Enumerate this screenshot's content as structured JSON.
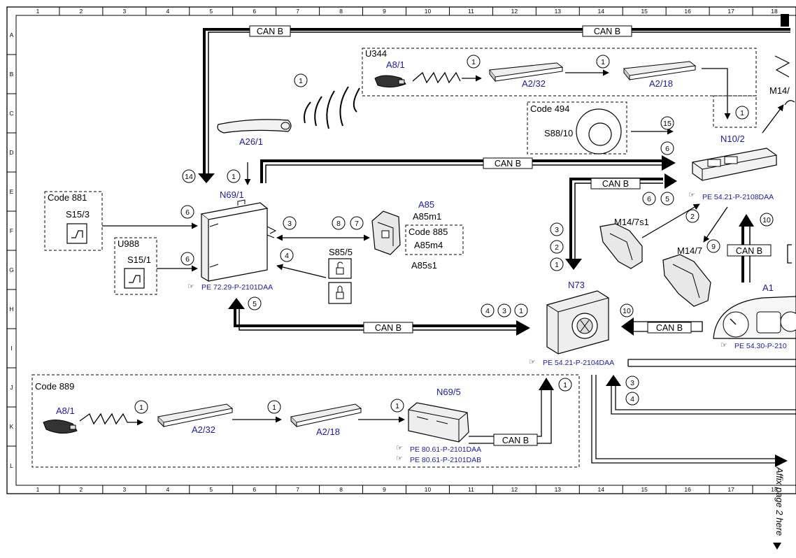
{
  "grid": {
    "columns": [
      "1",
      "2",
      "3",
      "4",
      "5",
      "6",
      "7",
      "8",
      "9",
      "10",
      "11",
      "12",
      "13",
      "14",
      "15",
      "16",
      "17",
      "18"
    ],
    "rows": [
      "A",
      "B",
      "C",
      "D",
      "E",
      "F",
      "G",
      "H",
      "I",
      "J",
      "K",
      "L"
    ]
  },
  "bus_label": "CAN B",
  "groups": {
    "u344": "U344",
    "code494": "Code 494",
    "code881": "Code 881",
    "u988": "U988",
    "code885": "Code 885",
    "code889": "Code 889"
  },
  "components": {
    "a8_1_top": "A8/1",
    "a2_32_top": "A2/32",
    "a2_18_top": "A2/18",
    "m14_partial": "M14/",
    "a26_1": "A26/1",
    "s88_10": "S88/10",
    "n10_2": "N10/2",
    "n69_1": "N69/1",
    "s15_3": "S15/3",
    "s15_1": "S15/1",
    "a85": "A85",
    "a85m1": "A85m1",
    "a85m4": "A85m4",
    "a85s1": "A85s1",
    "s85_5": "S85/5",
    "m14_7s1": "M14/7s1",
    "m14_7": "M14/7",
    "n73": "N73",
    "a1": "A1",
    "a8_1_bot": "A8/1",
    "a2_32_bot": "A2/32",
    "a2_18_bot": "A2/18",
    "n69_5": "N69/5"
  },
  "refs": {
    "n10_2": "PE 54.21-P-2108DAA",
    "n69_1": "PE 72.29-P-2101DAA",
    "n73": "PE 54.21-P-2104DAA",
    "a1": "PE 54.30-P-210",
    "n69_5_a": "PE 80.61-P-2101DAA",
    "n69_5_b": "PE 80.61-P-2101DAB"
  },
  "side_note": "Affix page 2 here"
}
